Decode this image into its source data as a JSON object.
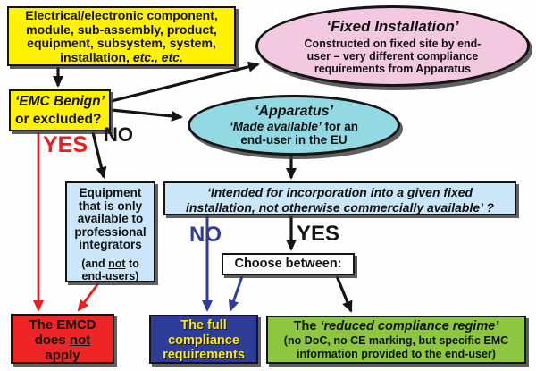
{
  "nodes": {
    "source_box": {
      "lines": [
        "Electrical/electronic component,",
        "module, sub-assembly, product,",
        "equipment, subsystem, system,"
      ],
      "line4_pre": "installation, ",
      "line4_italic": "etc., etc."
    },
    "fixed_installation": {
      "title": "‘Fixed Installation’",
      "body_lines": [
        "Constructed on fixed site by end-",
        "user – very different  compliance",
        "requirements from Apparatus"
      ]
    },
    "emc_benign": {
      "line1_italic": "‘EMC Benign’",
      "line2": "or excluded?"
    },
    "apparatus": {
      "title": "‘Apparatus’",
      "body_italic": "‘Made available’",
      "body_rest": " for an",
      "body_line2": "end-user in the EU"
    },
    "incorporation": {
      "lines": [
        "‘Intended for incorporation into a given fixed",
        "installation, not otherwise commercially available’ ?"
      ]
    },
    "equipment": {
      "lines": [
        "Equipment",
        "that is only",
        "available to",
        "professional",
        "integrators"
      ],
      "note_pre": "(and ",
      "note_underline": "not",
      "note_post": " to",
      "note_line2": "end-users)"
    },
    "choose": {
      "label": "Choose between:"
    },
    "emcd": {
      "line1": "The EMCD",
      "line2_pre": "does ",
      "line2_underline": "not",
      "line3": "apply"
    },
    "full_compliance": {
      "lines": [
        "The full",
        "compliance",
        "requirements"
      ]
    },
    "reduced": {
      "title_pre": "The ",
      "title_italic": "‘reduced compliance regime’",
      "body_lines": [
        "(no DoC, no CE marking, but specific EMC",
        "information provided to the end-user)"
      ]
    }
  },
  "labels": {
    "yes_red": "YES",
    "no_black": "NO",
    "no_blue": "NO",
    "yes_black": "YES"
  },
  "colors": {
    "yellow": "#fff200",
    "pink": "#f2c9e1",
    "cyan": "#93d9e3",
    "light_blue": "#cbe6f8",
    "red": "#ee2426",
    "dark_blue": "#2e3d99",
    "green": "#8dc63f",
    "arrow_black": "#141414",
    "arrow_red": "#e8201f",
    "arrow_blue": "#2e3d99"
  }
}
